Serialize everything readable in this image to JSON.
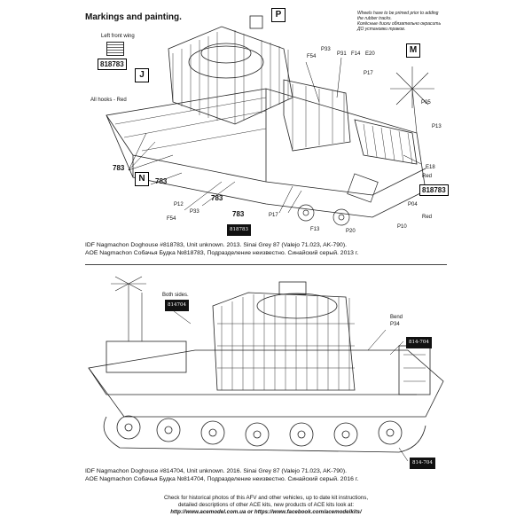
{
  "header": {
    "title": "Markings and painting."
  },
  "note": {
    "lines": [
      "Wheels have to be primed prior to adding",
      "the rubber tracks.",
      "Колёсные диски обязательно окрасить",
      "ДО установки траков."
    ]
  },
  "top_diagram": {
    "left_front_wing": "Left front wing",
    "hull_number": "818783",
    "all_hooks": "All hooks - Red",
    "red_label": "Red",
    "markers": [
      "P",
      "J",
      "N",
      "M"
    ],
    "callouts": [
      "F54",
      "P33",
      "P31",
      "F14",
      "E20",
      "P17",
      "P05",
      "P13",
      "E18",
      "P04",
      "P10",
      "P20",
      "F13",
      "P17",
      "F54",
      "P33",
      "P12",
      "783",
      "783",
      "783",
      "783"
    ],
    "plate_black": "818783",
    "plate_side": "818783",
    "red_lower": "Red"
  },
  "caption1": {
    "en": "IDF Nagmachon Doghouse #818783, Unit unknown. 2013. Sinai Grey 87 (Valejo 71.023, AK-790).",
    "ru": "AOE Nagmachon Собачья Будка №818783, Подразделение неизвестно. Синайский серый. 2013 г."
  },
  "bottom_diagram": {
    "both_sides": "Both sides.",
    "plate_left": "814704",
    "bend": "Bend",
    "p34": "P34",
    "plate_right": "814-704",
    "plate_lower": "814-704"
  },
  "caption2": {
    "en": "IDF Nagmachon Doghouse #814704, Unit unknown. 2016. Sinai Grey 87 (Valejo 71.023, AK-790).",
    "ru": "AOE Nagmachon Собачья Будка №814704, Подразделение неизвестно. Синайский серый. 2016 г."
  },
  "footer": {
    "line1": "Check for historical photos of this AFV and  other vehicles, up to date kit instructions,",
    "line2": "detailed descriptions of other ACE kits, new products of ACE kits look at:",
    "urls": "http://www.acemodel.com.ua or https://www.facebook.com/acemodelkits/"
  }
}
